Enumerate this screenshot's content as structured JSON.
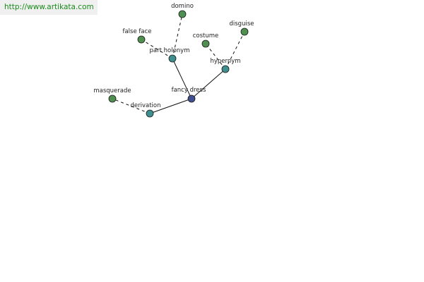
{
  "header": {
    "site_url": "http://www.artikata.com"
  },
  "colors": {
    "center_node": "#3f4f8f",
    "relation_node": "#3f8f8f",
    "term_node": "#4f8f4f",
    "link_text": "#1a8a1a"
  },
  "graph": {
    "center": {
      "id": "fancy-dress",
      "label": "fancy dress"
    },
    "relations": [
      {
        "id": "part-holonym",
        "label": "part holonym",
        "terms": [
          {
            "id": "domino",
            "label": "domino"
          },
          {
            "id": "false-face",
            "label": "false face"
          }
        ]
      },
      {
        "id": "hypernym",
        "label": "hypernym",
        "terms": [
          {
            "id": "costume",
            "label": "costume"
          },
          {
            "id": "disguise",
            "label": "disguise"
          }
        ]
      },
      {
        "id": "derivation",
        "label": "derivation",
        "terms": [
          {
            "id": "masquerade",
            "label": "masquerade"
          }
        ]
      }
    ]
  }
}
